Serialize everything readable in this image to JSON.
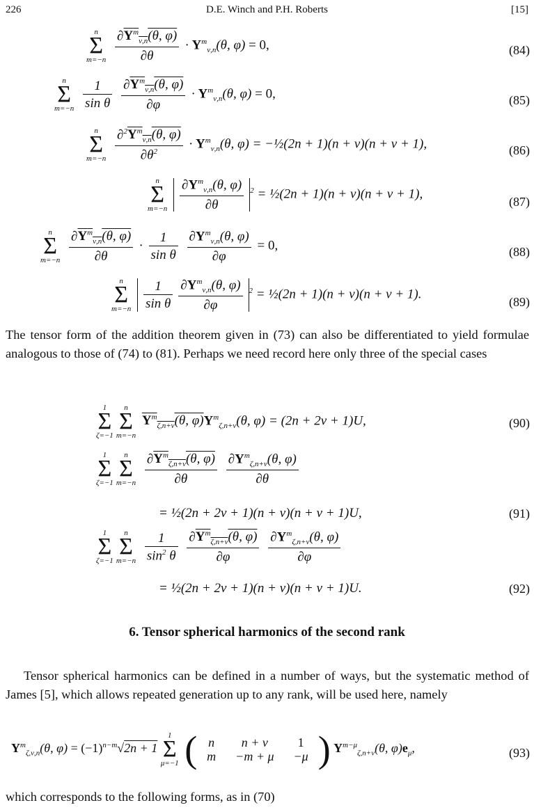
{
  "header": {
    "page_number": "226",
    "authors": "D.E. Winch  and P.H. Roberts",
    "section": "[15]"
  },
  "equations": [
    {
      "number": "(84)",
      "rhs": "= 0,"
    },
    {
      "number": "(85)",
      "rhs": "= 0,"
    },
    {
      "number": "(86)",
      "rhs": "= −½(2n + 1)(n + ν)(n + ν + 1),"
    },
    {
      "number": "(87)",
      "rhs": "= ½(2n + 1)(n + ν)(n + ν + 1),"
    },
    {
      "number": "(88)",
      "rhs": "= 0,"
    },
    {
      "number": "(89)",
      "rhs": "= ½(2n + 1)(n + ν)(n + ν + 1)."
    },
    {
      "number": "(90)",
      "rhs": "= (2n + 2ν + 1)U,"
    },
    {
      "number": "(91)",
      "rhs": "= ½(2n + 2ν + 1)(n + ν)(n + ν + 1)U,"
    },
    {
      "number": "(92)",
      "rhs": "= ½(2n + 2ν + 1)(n + ν)(n + ν + 1)U."
    },
    {
      "number": "(93)"
    }
  ],
  "paragraph1": "The tensor form of the addition theorem given in (73) can also be differentiated to yield formulae analogous to those of (74) to (81). Perhaps we need record here only three of the special cases",
  "section_heading": "6.  Tensor spherical harmonics of the second rank",
  "paragraph2": "Tensor spherical harmonics can be defined in a number of ways, but the systematic method of James [5], which allows repeated generation up to any rank, will be used here, namely",
  "paragraph3": "which corresponds to the following forms, as in (70)"
}
